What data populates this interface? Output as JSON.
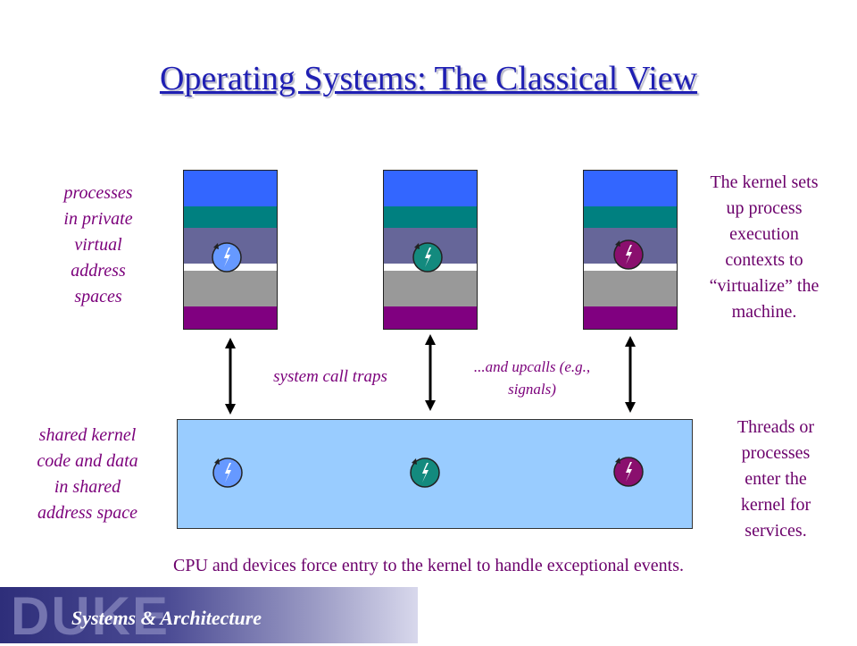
{
  "title": "Operating Systems: The Classical View",
  "labels": {
    "processes_private": [
      "processes",
      "in private",
      "virtual",
      "address",
      "spaces"
    ],
    "kernel_virtualize": [
      "The kernel sets",
      "up process",
      "execution",
      "contexts to",
      "“virtualize” the",
      "machine."
    ],
    "system_call_traps": "system call traps",
    "upcalls": [
      "...and upcalls (e.g.,",
      "signals)"
    ],
    "shared_kernel": [
      "shared kernel",
      "code and data",
      "in shared",
      "address space"
    ],
    "threads_enter": [
      "Threads or",
      "processes",
      "enter the",
      "kernel for",
      "services."
    ],
    "cpu_devices": "CPU and devices force entry to the kernel to handle exceptional events."
  },
  "footer": {
    "logo_text": "DUKE",
    "subtitle": "Systems & Architecture"
  },
  "colors": {
    "title": "#1f1fb3",
    "label_italic": "#7b007b",
    "band_blue": "#3366ff",
    "band_teal": "#008080",
    "band_slate": "#666699",
    "band_gray": "#999999",
    "band_purple": "#800080",
    "kernel_fill": "#99ccff",
    "thread_blue": "#6699ff",
    "thread_teal": "#138a7e",
    "thread_purple": "#8a0f6e"
  },
  "icons": [
    "lightning-thread-icon",
    "double-arrow-icon"
  ]
}
